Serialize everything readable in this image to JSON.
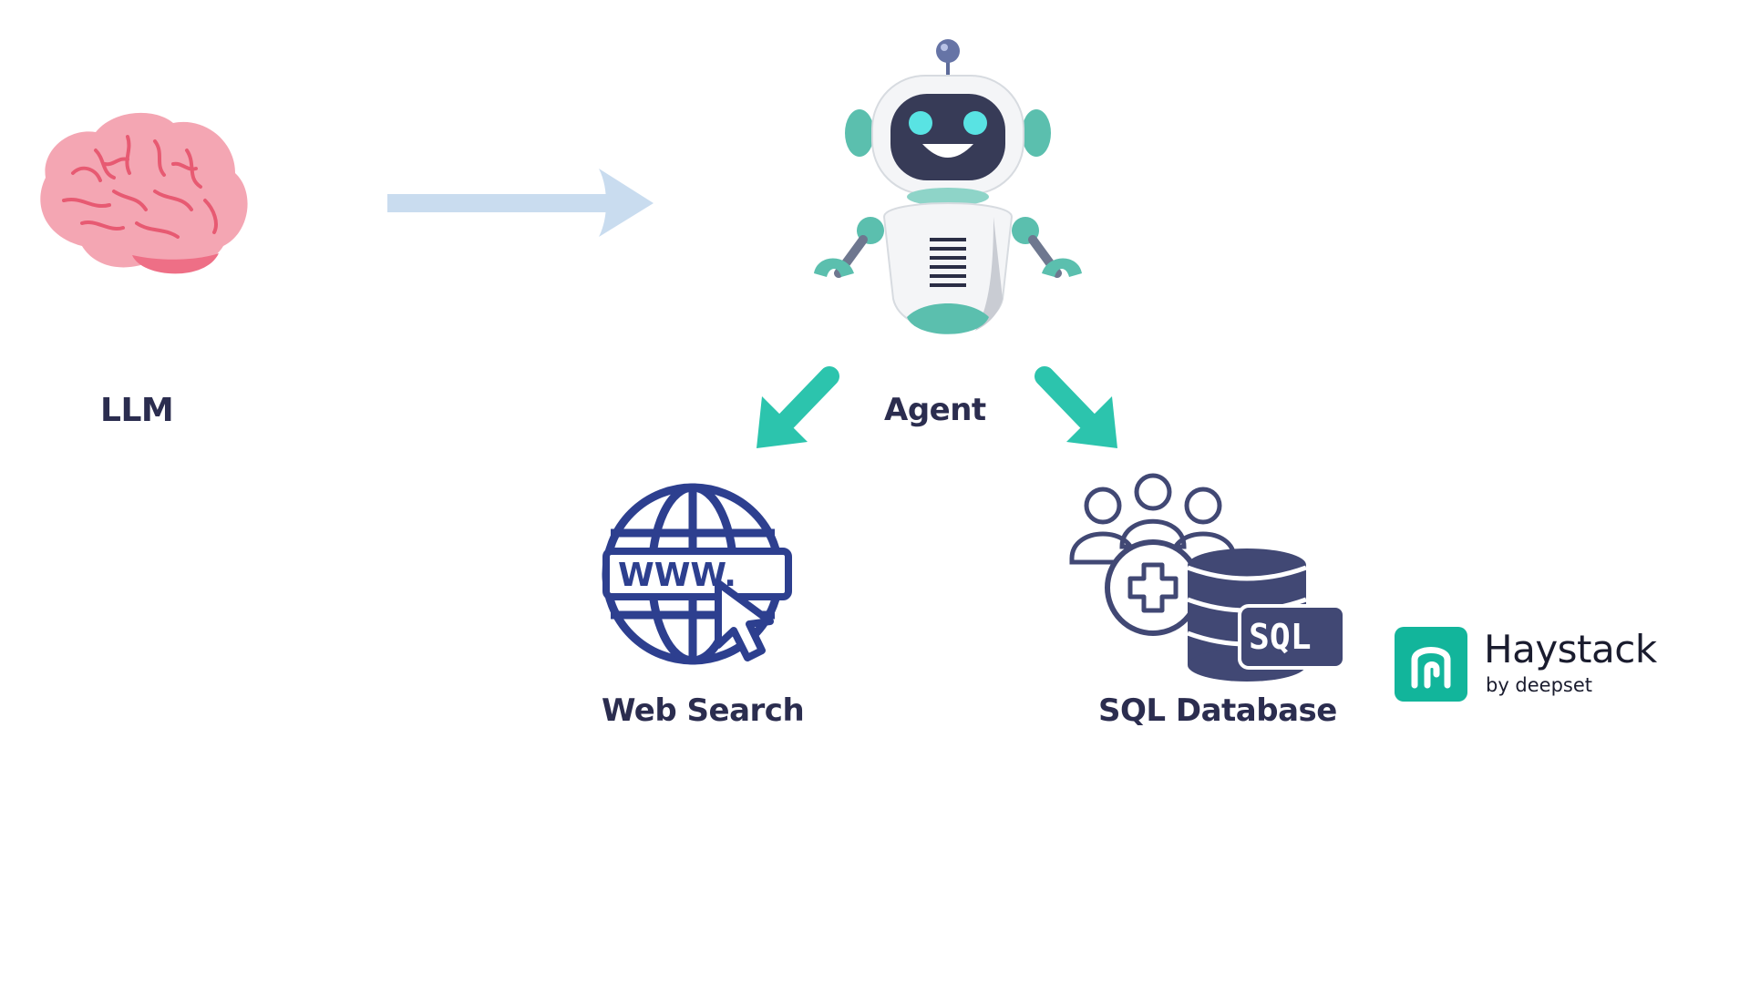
{
  "nodes": {
    "llm": {
      "label": "LLM",
      "icon": "brain-icon"
    },
    "agent": {
      "label": "Agent",
      "icon": "robot-icon"
    },
    "web_search": {
      "label": "Web Search",
      "icon": "globe-www-icon"
    },
    "sql_database": {
      "label": "SQL Database",
      "icon": "sql-database-icon"
    }
  },
  "edges": [
    {
      "from": "llm",
      "to": "agent"
    },
    {
      "from": "agent",
      "to": "web_search"
    },
    {
      "from": "agent",
      "to": "sql_database"
    }
  ],
  "sql_badge": "SQL",
  "www_text": "WWW.",
  "brand": {
    "name": "Haystack",
    "sub": "by deepset"
  },
  "colors": {
    "text": "#2b2d4f",
    "llm_arrow": "#c9dcef",
    "agent_arrows": "#2cc4ad",
    "web_icon": "#2d3f8f",
    "sql_icon": "#414874",
    "brand_green": "#12b59b",
    "brain": "#f4a6b3",
    "robot_teal": "#5bbfae"
  }
}
